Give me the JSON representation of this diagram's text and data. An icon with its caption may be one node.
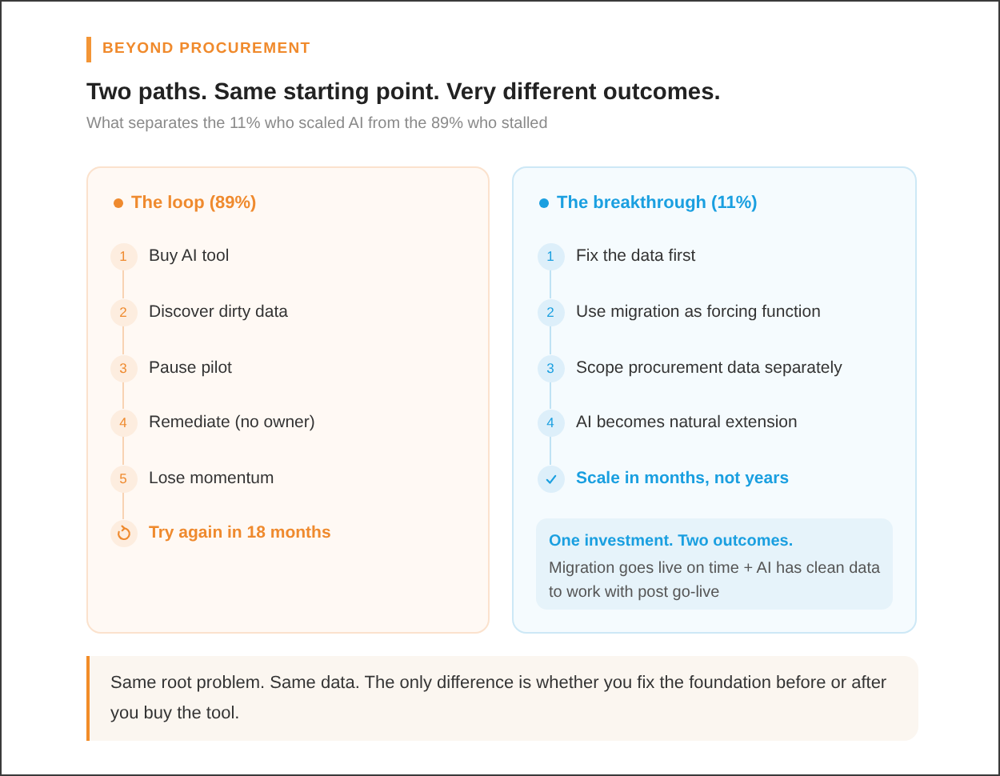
{
  "diagram": {
    "title": "Two paths. Same starting point. Very different outcomes.",
    "nodes": [
      {
        "text": [
          "The loop (89%)"
        ]
      },
      {
        "text": [
          "1"
        ],
        "beside": [
          "Buy AI tool"
        ],
        "in": 0
      },
      {
        "text": [
          "2"
        ],
        "beside": [
          "Discover dirty data"
        ],
        "in": 0
      },
      {
        "text": [
          "3"
        ],
        "beside": [
          "Pause pilot"
        ],
        "in": 0
      },
      {
        "text": [
          "4"
        ],
        "beside": [
          "Remediate (no owner)"
        ],
        "in": 0
      },
      {
        "text": [
          "5"
        ],
        "beside": [
          "Lose momentum"
        ],
        "in": 0
      },
      {
        "text": [],
        "shape": "circle",
        "beside": [
          "Try again in 18 months"
        ],
        "in": 0
      },
      {
        "text": [
          "The breakthrough (11%)"
        ]
      },
      {
        "text": [
          "1"
        ],
        "beside": [
          "Fix the data first"
        ],
        "in": 7
      },
      {
        "text": [
          "2"
        ],
        "beside": [
          "Use migration as forcing function"
        ],
        "in": 7
      },
      {
        "text": [
          "3"
        ],
        "beside": [
          "Scope procurement data separately"
        ],
        "in": 7
      },
      {
        "text": [
          "4"
        ],
        "beside": [
          "AI becomes natural extension"
        ],
        "in": 7
      },
      {
        "text": [],
        "shape": "circle",
        "beside": [
          "Scale in months, not years"
        ],
        "in": 7
      },
      {
        "text": [
          "One investment. Two outcomes.",
          "Migration goes live on time + AI has clean data to work with post go-live"
        ],
        "in": 7
      },
      {
        "text": [
          "Same root problem. Same data. The only difference is whether you fix the foundation before or after you buy the tool."
        ]
      }
    ],
    "edges": [
      {
        "from": 1,
        "to": 2,
        "arrow": "none"
      },
      {
        "from": 2,
        "to": 3,
        "arrow": "none"
      },
      {
        "from": 3,
        "to": 4,
        "arrow": "none"
      },
      {
        "from": 4,
        "to": 5,
        "arrow": "none"
      },
      {
        "from": 5,
        "to": 6,
        "arrow": "none"
      },
      {
        "from": 8,
        "to": 9,
        "arrow": "none",
        "color": "#bfe2f4"
      },
      {
        "from": 9,
        "to": 10,
        "arrow": "none",
        "color": "#bfe2f4"
      },
      {
        "from": 10,
        "to": 11,
        "arrow": "none",
        "color": "#bfe2f4"
      },
      {
        "from": 11,
        "to": 12,
        "arrow": "none",
        "color": "#bfe2f4"
      }
    ],
    "labels": [
      "BEYOND PROCUREMENT",
      "What separates the 11% who scaled AI from the 89% who stalled"
    ]
  }
}
